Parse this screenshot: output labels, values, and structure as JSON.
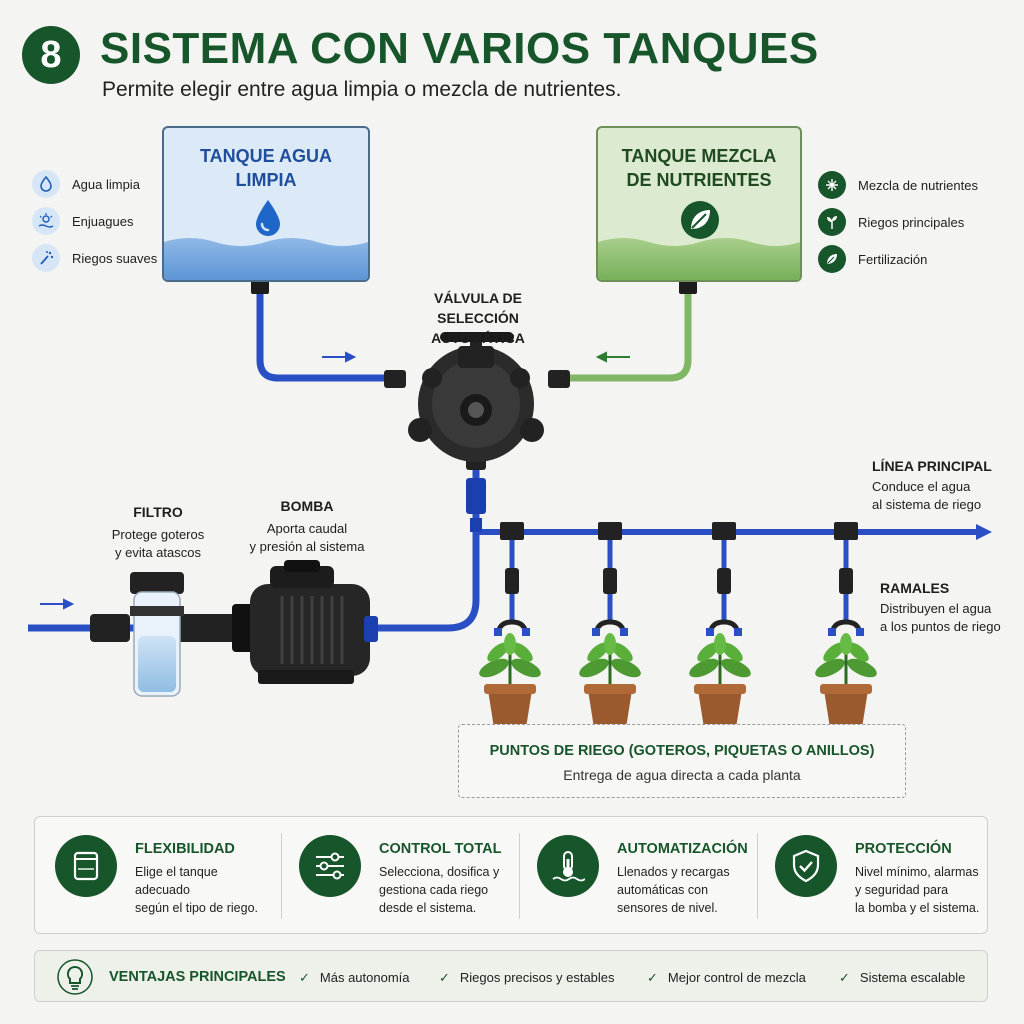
{
  "header": {
    "number": "8",
    "title": "SISTEMA CON VARIOS TANQUES",
    "subtitle": "Permite elegir entre agua limpia o mezcla de nutrientes."
  },
  "tanks": {
    "clean": {
      "label": "TANQUE AGUA\nLIMPIA",
      "icon": "water-drop-icon"
    },
    "nutrient": {
      "label": "TANQUE MEZCLA\nDE NUTRIENTES",
      "icon": "leaf-icon"
    }
  },
  "left_list": [
    {
      "label": "Agua limpia",
      "icon": "droplet-icon"
    },
    {
      "label": "Enjuagues",
      "icon": "sparkle-water-icon"
    },
    {
      "label": "Riegos suaves",
      "icon": "sprinkle-icon"
    }
  ],
  "right_list": [
    {
      "label": "Mezcla de nutrientes",
      "icon": "mix-icon"
    },
    {
      "label": "Riegos principales",
      "icon": "sprout-icon"
    },
    {
      "label": "Fertilización",
      "icon": "leaf-icon"
    }
  ],
  "valve": {
    "title": "VÁLVULA DE\nSELECCIÓN AUTOMÁTICA"
  },
  "filter": {
    "title": "FILTRO",
    "text": "Protege goteros\ny evita atascos"
  },
  "pump": {
    "title": "BOMBA",
    "text": "Aporta caudal\ny presión al sistema"
  },
  "main_line": {
    "title": "LÍNEA PRINCIPAL",
    "text": "Conduce el agua\nal sistema de riego"
  },
  "branches": {
    "title": "RAMALES",
    "text": "Distribuyen el agua\na los puntos de riego"
  },
  "irrigation_points": {
    "title": "PUNTOS DE RIEGO (GOTEROS, PIQUETAS O ANILLOS)",
    "text": "Entrega de agua directa a cada planta"
  },
  "features": [
    {
      "title": "FLEXIBILIDAD",
      "text": "Elige el tanque adecuado\nsegún el tipo de riego.",
      "icon": "tank-icon"
    },
    {
      "title": "CONTROL TOTAL",
      "text": "Selecciona, dosifica y\ngestiona cada riego\ndesde el sistema.",
      "icon": "sliders-icon"
    },
    {
      "title": "AUTOMATIZACIÓN",
      "text": "Llenados y recargas\nautomáticas con\nsensores de nivel.",
      "icon": "thermometer-level-icon"
    },
    {
      "title": "PROTECCIÓN",
      "text": "Nivel mínimo, alarmas\ny seguridad para\nla bomba y el sistema.",
      "icon": "shield-check-icon"
    }
  ],
  "advantages": {
    "title": "VENTAJAS PRINCIPALES",
    "icon": "lightbulb-icon",
    "items": [
      "Más autonomía",
      "Riegos precisos y estables",
      "Mejor control de mezcla",
      "Sistema escalable"
    ]
  },
  "colors": {
    "brand_green": "#17552b",
    "pipe_blue": "#2a4fc4",
    "pipe_green": "#7fb765",
    "tank_blue": "#dce9f7",
    "tank_green": "#dcebcf"
  }
}
